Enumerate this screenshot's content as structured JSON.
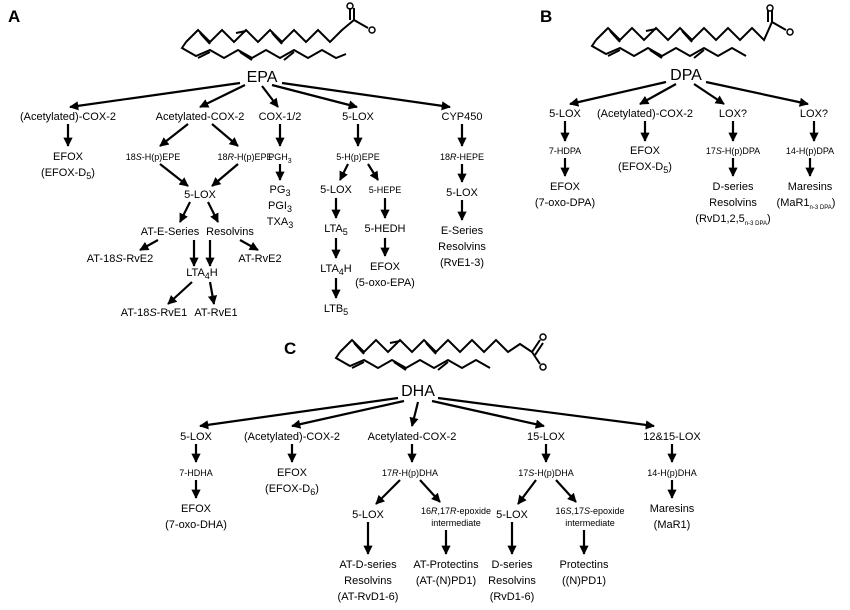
{
  "panels": {
    "A": {
      "label": "A",
      "root": "EPA",
      "nodes": {
        "cox2": "(Acetylated)-COX-2",
        "efox": "EFOX",
        "efox_sub_pre": "(EFOX-D",
        "efox_sub_sub": "5",
        "efox_sub_post": ")",
        "acox2": "Acetylated-COX-2",
        "hepe18s_pre": "18",
        "hepe18s_it": "S",
        "hepe18s_post": "-H(p)EPE",
        "hepe18r_pre": "18",
        "hepe18r_it": "R",
        "hepe18r_post": "-H(p)EPE",
        "lox5": "5-LOX",
        "ates_a": "AT-E-Series",
        "ates_b": "Resolvins",
        "at18srve2_pre": "AT-18",
        "at18srve2_it": "S",
        "at18srve2_post": "-RvE2",
        "lta4h_a": "LTA",
        "lta4h_sub": "4",
        "lta4h_b": "H",
        "atrve2": "AT-RvE2",
        "at18srve1_pre": "AT-18",
        "at18srve1_it": "S",
        "at18srve1_post": "-RvE1",
        "atrve1": "AT-RvE1",
        "cox12": "COX-1/2",
        "pgh3_a": "PGH",
        "pgh3_sub": "3",
        "pg3_a": "PG",
        "pg3_sub": "3",
        "pgi3_a": "PGI",
        "pgi3_sub": "3",
        "txa3_a": "TXA",
        "txa3_sub": "3",
        "lox5b": "5-LOX",
        "hepe5": "5-H(p)EPE",
        "lox5c": "5-LOX",
        "hepe5b": "5-HEPE",
        "lta5_a": "LTA",
        "lta5_sub": "5",
        "hedh": "5-HEDH",
        "lta4h2_a": "LTA",
        "lta4h2_sub": "4",
        "lta4h2_b": "H",
        "efox2": "EFOX",
        "oxoepa": "(5-oxo-EPA)",
        "ltb5_a": "LTB",
        "ltb5_sub": "5",
        "cyp450": "CYP450",
        "hepe18r2_pre": "18",
        "hepe18r2_it": "R",
        "hepe18r2_post": "-HEPE",
        "lox5d": "5-LOX",
        "eser_a": "E-Series",
        "eser_b": "Resolvins",
        "eser_c": "(RvE1-3)"
      }
    },
    "B": {
      "label": "B",
      "root": "DPA",
      "nodes": {
        "lox5": "5-LOX",
        "hdpa7": "7-HDPA",
        "efox": "EFOX",
        "oxodpa": "(7-oxo-DPA)",
        "cox2": "(Acetylated)-COX-2",
        "efox2": "EFOX",
        "efoxd5_pre": "(EFOX-D",
        "efoxd5_sub": "5",
        "efoxd5_post": ")",
        "loxq1": "LOX?",
        "hdpa17s_pre": "17",
        "hdpa17s_it": "S",
        "hdpa17s_post": "-H(p)DPA",
        "dser_a": "D-series",
        "dser_b": "Resolvins",
        "rvd_pre": "(RvD1,2,5",
        "rvd_sub": "n-3 DPA",
        "rvd_post": ")",
        "loxq2": "LOX?",
        "hdpa14": "14-H(p)DPA",
        "maresins": "Maresins",
        "mar_pre": "(MaR1",
        "mar_sub": "n-3 DPA",
        "mar_post": ")"
      }
    },
    "C": {
      "label": "C",
      "root": "DHA",
      "nodes": {
        "lox5": "5-LOX",
        "hdha7": "7-HDHA",
        "efox": "EFOX",
        "oxodha": "(7-oxo-DHA)",
        "cox2": "(Acetylated)-COX-2",
        "efox2": "EFOX",
        "efoxd6_pre": "(EFOX-D",
        "efoxd6_sub": "6",
        "efoxd6_post": ")",
        "acox2": "Acetylated-COX-2",
        "hdha17r_pre": "17",
        "hdha17r_it": "R",
        "hdha17r_post": "-H(p)DHA",
        "lox5b": "5-LOX",
        "epox_r_a1": "16",
        "epox_r_i1": "R",
        "epox_r_a2": ",17",
        "epox_r_i2": "R",
        "epox_r_a3": "-epoxide",
        "epox_r_b": "intermediate",
        "atdser_a": "AT-D-series",
        "atdser_b": "Resolvins",
        "atdser_c": "(AT-RvD1-6)",
        "atprot_a": "AT-Protectins",
        "atprot_b": "(AT-(N)PD1)",
        "lox15": "15-LOX",
        "hdha17s_pre": "17",
        "hdha17s_it": "S",
        "hdha17s_post": "-H(p)DHA",
        "lox5c": "5-LOX",
        "epox_s_a1": "16",
        "epox_s_i1": "S",
        "epox_s_a2": ",17",
        "epox_s_i2": "S",
        "epox_s_a3": "-epoxide",
        "epox_s_b": "intermediate",
        "dser_a": "D-series",
        "dser_b": "Resolvins",
        "dser_c": "(RvD1-6)",
        "prot_a": "Protectins",
        "prot_b": "((N)PD1)",
        "lox1215": "12&15-LOX",
        "hdha14": "14-H(p)DHA",
        "maresins": "Maresins",
        "mar1": "(MaR1)"
      }
    }
  }
}
